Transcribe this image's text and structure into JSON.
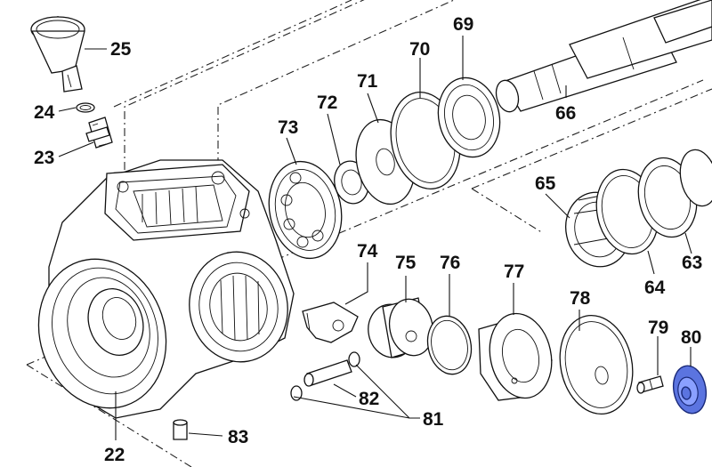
{
  "diagram": {
    "highlight_color": "#5b74e0",
    "parts": [
      {
        "id": "housing",
        "label": "22"
      },
      {
        "id": "fitting",
        "label": "23"
      },
      {
        "id": "o-ring-small",
        "label": "24"
      },
      {
        "id": "funnel",
        "label": "25"
      },
      {
        "id": "washer-63",
        "label": "63"
      },
      {
        "id": "shim-64",
        "label": "64"
      },
      {
        "id": "bearing-65",
        "label": "65"
      },
      {
        "id": "shaft",
        "label": "66"
      },
      {
        "id": "bearing-69",
        "label": "69"
      },
      {
        "id": "shim-70",
        "label": "70"
      },
      {
        "id": "washer-71",
        "label": "71"
      },
      {
        "id": "spacer-72",
        "label": "72"
      },
      {
        "id": "ball-bearing-73",
        "label": "73"
      },
      {
        "id": "bracket-74",
        "label": "74"
      },
      {
        "id": "piston-75",
        "label": "75"
      },
      {
        "id": "ring-76",
        "label": "76"
      },
      {
        "id": "cover-77",
        "label": "77"
      },
      {
        "id": "plate-78",
        "label": "78"
      },
      {
        "id": "pin-79",
        "label": "79"
      },
      {
        "id": "cap-80",
        "label": "80",
        "highlighted": true
      },
      {
        "id": "circlips-81",
        "label": "81"
      },
      {
        "id": "pin-82",
        "label": "82"
      },
      {
        "id": "plug-83",
        "label": "83"
      }
    ]
  }
}
